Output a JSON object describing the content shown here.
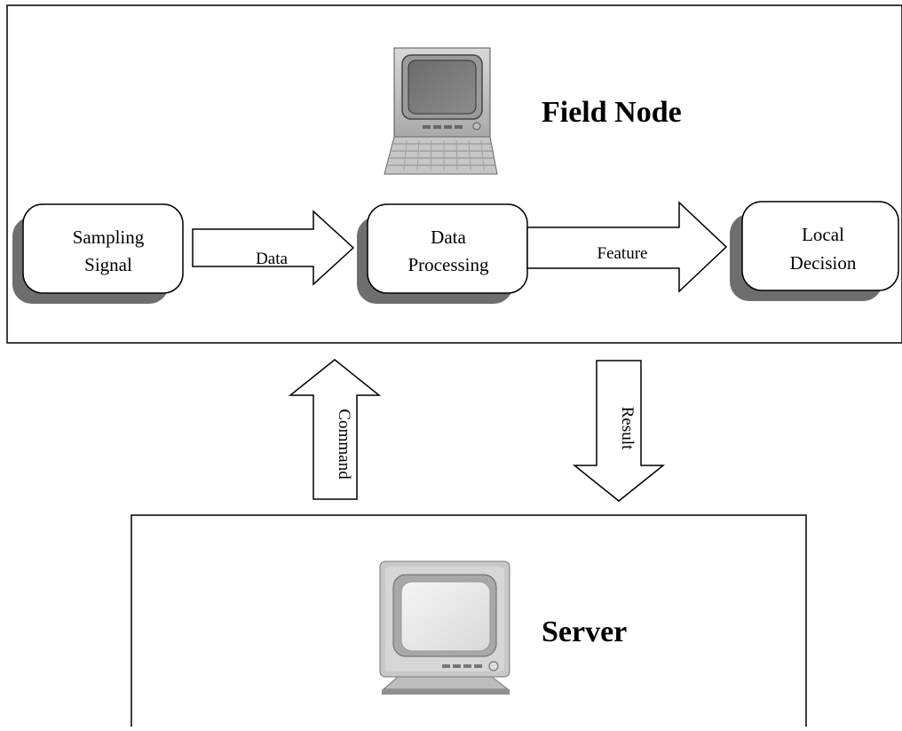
{
  "field_node": {
    "title": "Field Node",
    "boxes": {
      "sampling": {
        "line1": "Sampling",
        "line2": "Signal"
      },
      "processing": {
        "line1": "Data",
        "line2": "Processing"
      },
      "decision": {
        "line1": "Local",
        "line2": "Decision"
      }
    },
    "arrows": {
      "data": "Data",
      "feature": "Feature"
    },
    "icon": "computer-terminal-icon"
  },
  "links": {
    "command": "Command",
    "result": "Result"
  },
  "server": {
    "title": "Server",
    "icon": "computer-monitor-icon"
  }
}
